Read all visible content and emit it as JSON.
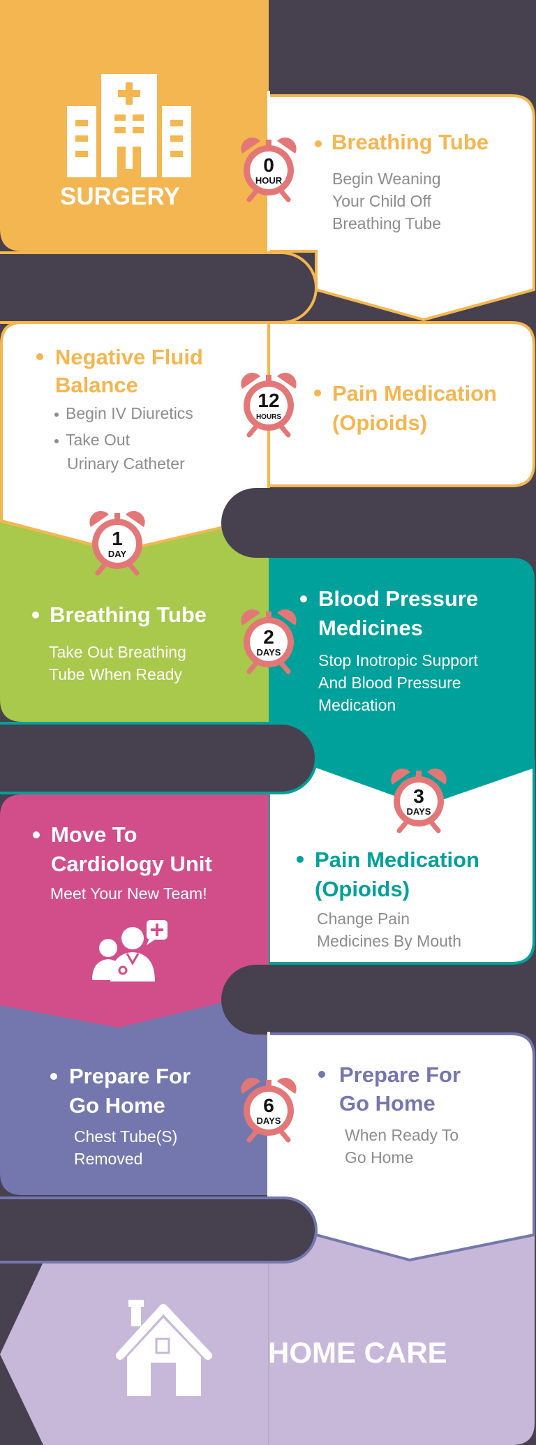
{
  "colors": {
    "background": "#46404F",
    "surgery": "#F4B650",
    "green": "#A8C94B",
    "teal": "#00A19A",
    "pink": "#D24E8A",
    "purple": "#7477AE",
    "lavender": "#C7B8D9",
    "clock": "#E37777"
  },
  "surgery": {
    "label": "SURGERY",
    "icon": "hospital-icon"
  },
  "clocks": [
    {
      "number": "0",
      "unit": "HOUR"
    },
    {
      "number": "12",
      "unit": "HOURS"
    },
    {
      "number": "1",
      "unit": "DAY"
    },
    {
      "number": "2",
      "unit": "DAYS"
    },
    {
      "number": "3",
      "unit": "DAYS"
    },
    {
      "number": "6",
      "unit": "DAYS"
    }
  ],
  "steps": {
    "breathing_tube_wean": {
      "title": "Breathing Tube",
      "lines": [
        "Begin Weaning",
        "Your Child Off",
        "Breathing Tube"
      ]
    },
    "negative_fluid": {
      "title_lines": [
        "Negative Fluid",
        "Balance"
      ],
      "items": [
        "Begin IV Diuretics",
        "Take Out",
        "Urinary Catheter"
      ]
    },
    "pain_med_opioids": {
      "title_lines": [
        "Pain Medication",
        "(Opioids)"
      ]
    },
    "breathing_tube_out": {
      "title": "Breathing Tube",
      "lines": [
        "Take Out Breathing",
        "Tube When Ready"
      ]
    },
    "blood_pressure": {
      "title_lines": [
        "Blood Pressure",
        "Medicines"
      ],
      "lines": [
        "Stop Inotropic Support",
        "And Blood Pressure",
        "Medication"
      ]
    },
    "cardiology": {
      "title_lines": [
        "Move To",
        "Cardiology Unit"
      ],
      "lines": [
        "Meet Your New Team!"
      ],
      "icon": "doctors-icon"
    },
    "pain_med_mouth": {
      "title_lines": [
        "Pain Medication",
        "(Opioids)"
      ],
      "lines": [
        "Change Pain",
        "Medicines By Mouth"
      ]
    },
    "prepare_left": {
      "title_lines": [
        "Prepare For",
        "Go Home"
      ],
      "lines": [
        "Chest Tube(S)",
        "Removed"
      ]
    },
    "prepare_right": {
      "title_lines": [
        "Prepare For",
        "Go Home"
      ],
      "lines": [
        "When Ready To",
        "Go Home"
      ]
    }
  },
  "home_care": {
    "label": "HOME CARE",
    "icon": "house-icon"
  }
}
